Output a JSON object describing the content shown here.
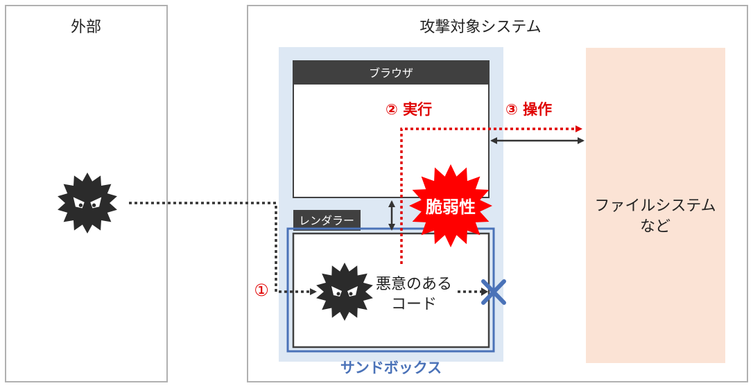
{
  "colors": {
    "panel_border": "#b0b0b0",
    "sandbox_fill": "#dde8f4",
    "sandbox_border": "#4a72b8",
    "titlebar": "#404040",
    "box_border": "#404040",
    "filesystem_fill": "#fbe3d5",
    "accent_red": "#e00000",
    "vuln_burst": "#ff0000",
    "virus": "#2b2b2b",
    "blocked_x": "#4a72b8"
  },
  "external": {
    "title": "外部"
  },
  "target": {
    "title": "攻撃対象システム"
  },
  "browser": {
    "title": "ブラウザ"
  },
  "renderer": {
    "title": "レンダラー"
  },
  "sandbox": {
    "label": "サンドボックス"
  },
  "filesystem": {
    "line1": "ファイルシステム",
    "line2": "など"
  },
  "malicious_code": {
    "line1": "悪意のある",
    "line2": "コード"
  },
  "vulnerability": {
    "label": "脆弱性"
  },
  "steps": {
    "step1": "①",
    "step2": "② 実行",
    "step3": "③ 操作"
  },
  "icons": {
    "attacker": "virus-icon",
    "malware": "virus-icon",
    "blocked": "x-mark-icon"
  }
}
